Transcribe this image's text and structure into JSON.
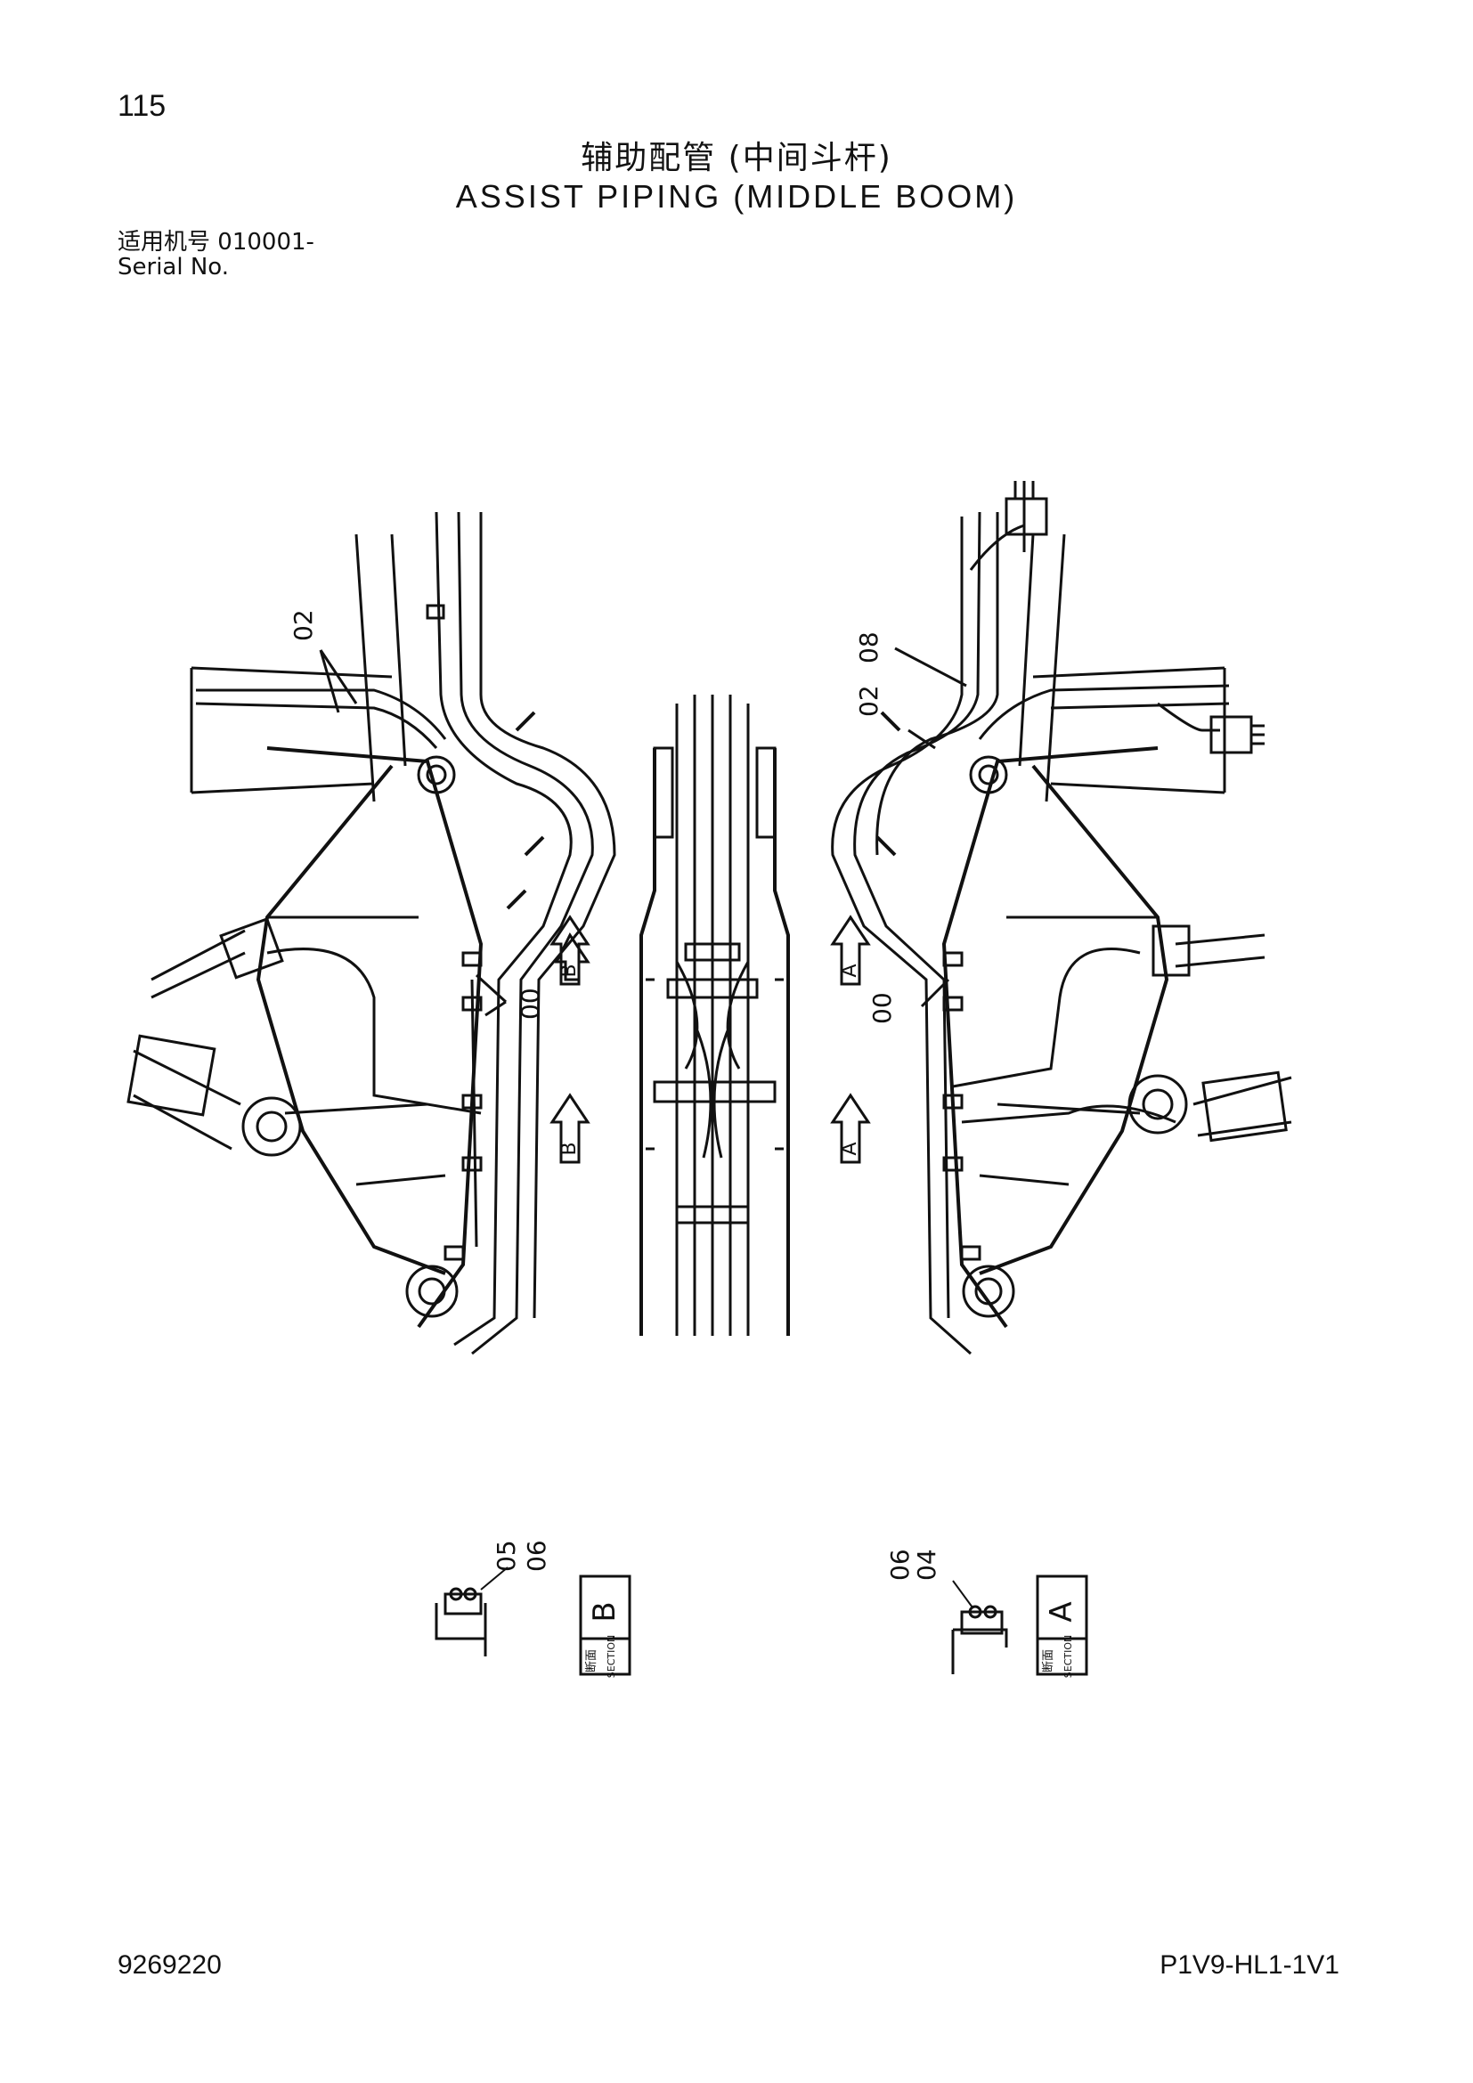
{
  "page": {
    "number": "115",
    "title_cn": "辅助配管 (中间斗杆)",
    "title_en": "ASSIST PIPING (MIDDLE BOOM)",
    "serial_label_cn": "适用机号",
    "serial_range": "010001-",
    "serial_label_en": "Serial No."
  },
  "callouts": {
    "left_02": "02",
    "left_00": "00",
    "right_08": "08",
    "right_02": "02",
    "right_00": "00",
    "detail_b_05": "05",
    "detail_b_06": "06",
    "detail_a_06": "06",
    "detail_a_04": "04"
  },
  "arrows": {
    "left_upper": "B",
    "left_lower": "B",
    "right_upper": "A",
    "right_lower": "A"
  },
  "sections": {
    "b_letter": "B",
    "a_letter": "A",
    "cn_label": "断面",
    "en_label": "SECTION"
  },
  "footer": {
    "document_code": "9269220",
    "model_code": "P1V9-HL1-1V1"
  }
}
